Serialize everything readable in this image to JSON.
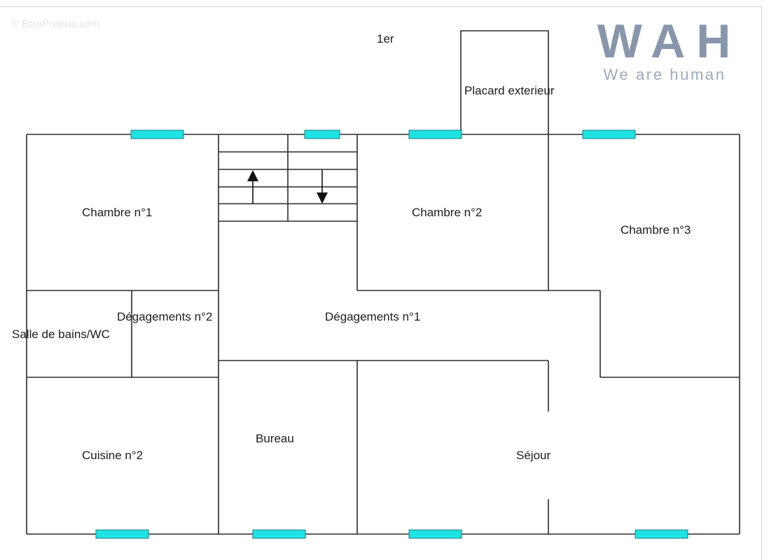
{
  "watermark": "© EtreProprio.com",
  "logo": {
    "letters": "WAH",
    "tagline": "We are human"
  },
  "floor_label": "1er",
  "rooms": {
    "placard": "Placard exterieur",
    "chambre1": "Chambre n°1",
    "chambre2": "Chambre n°2",
    "chambre3": "Chambre n°3",
    "degagements2": "Dégagements n°2",
    "degagements1": "Dégagements n°1",
    "salle_de_bains": "Salle de bains/WC",
    "bureau": "Bureau",
    "cuisine2": "Cuisine n°2",
    "sejour": "Séjour"
  },
  "colors": {
    "walls": "#2a2a2a",
    "window_fill": "#1fe3e3",
    "window_stroke": "#1a7f86",
    "logo": "#8896ab"
  },
  "icons": {
    "stairs_up": "arrow-up-icon",
    "stairs_down": "arrow-down-icon"
  }
}
